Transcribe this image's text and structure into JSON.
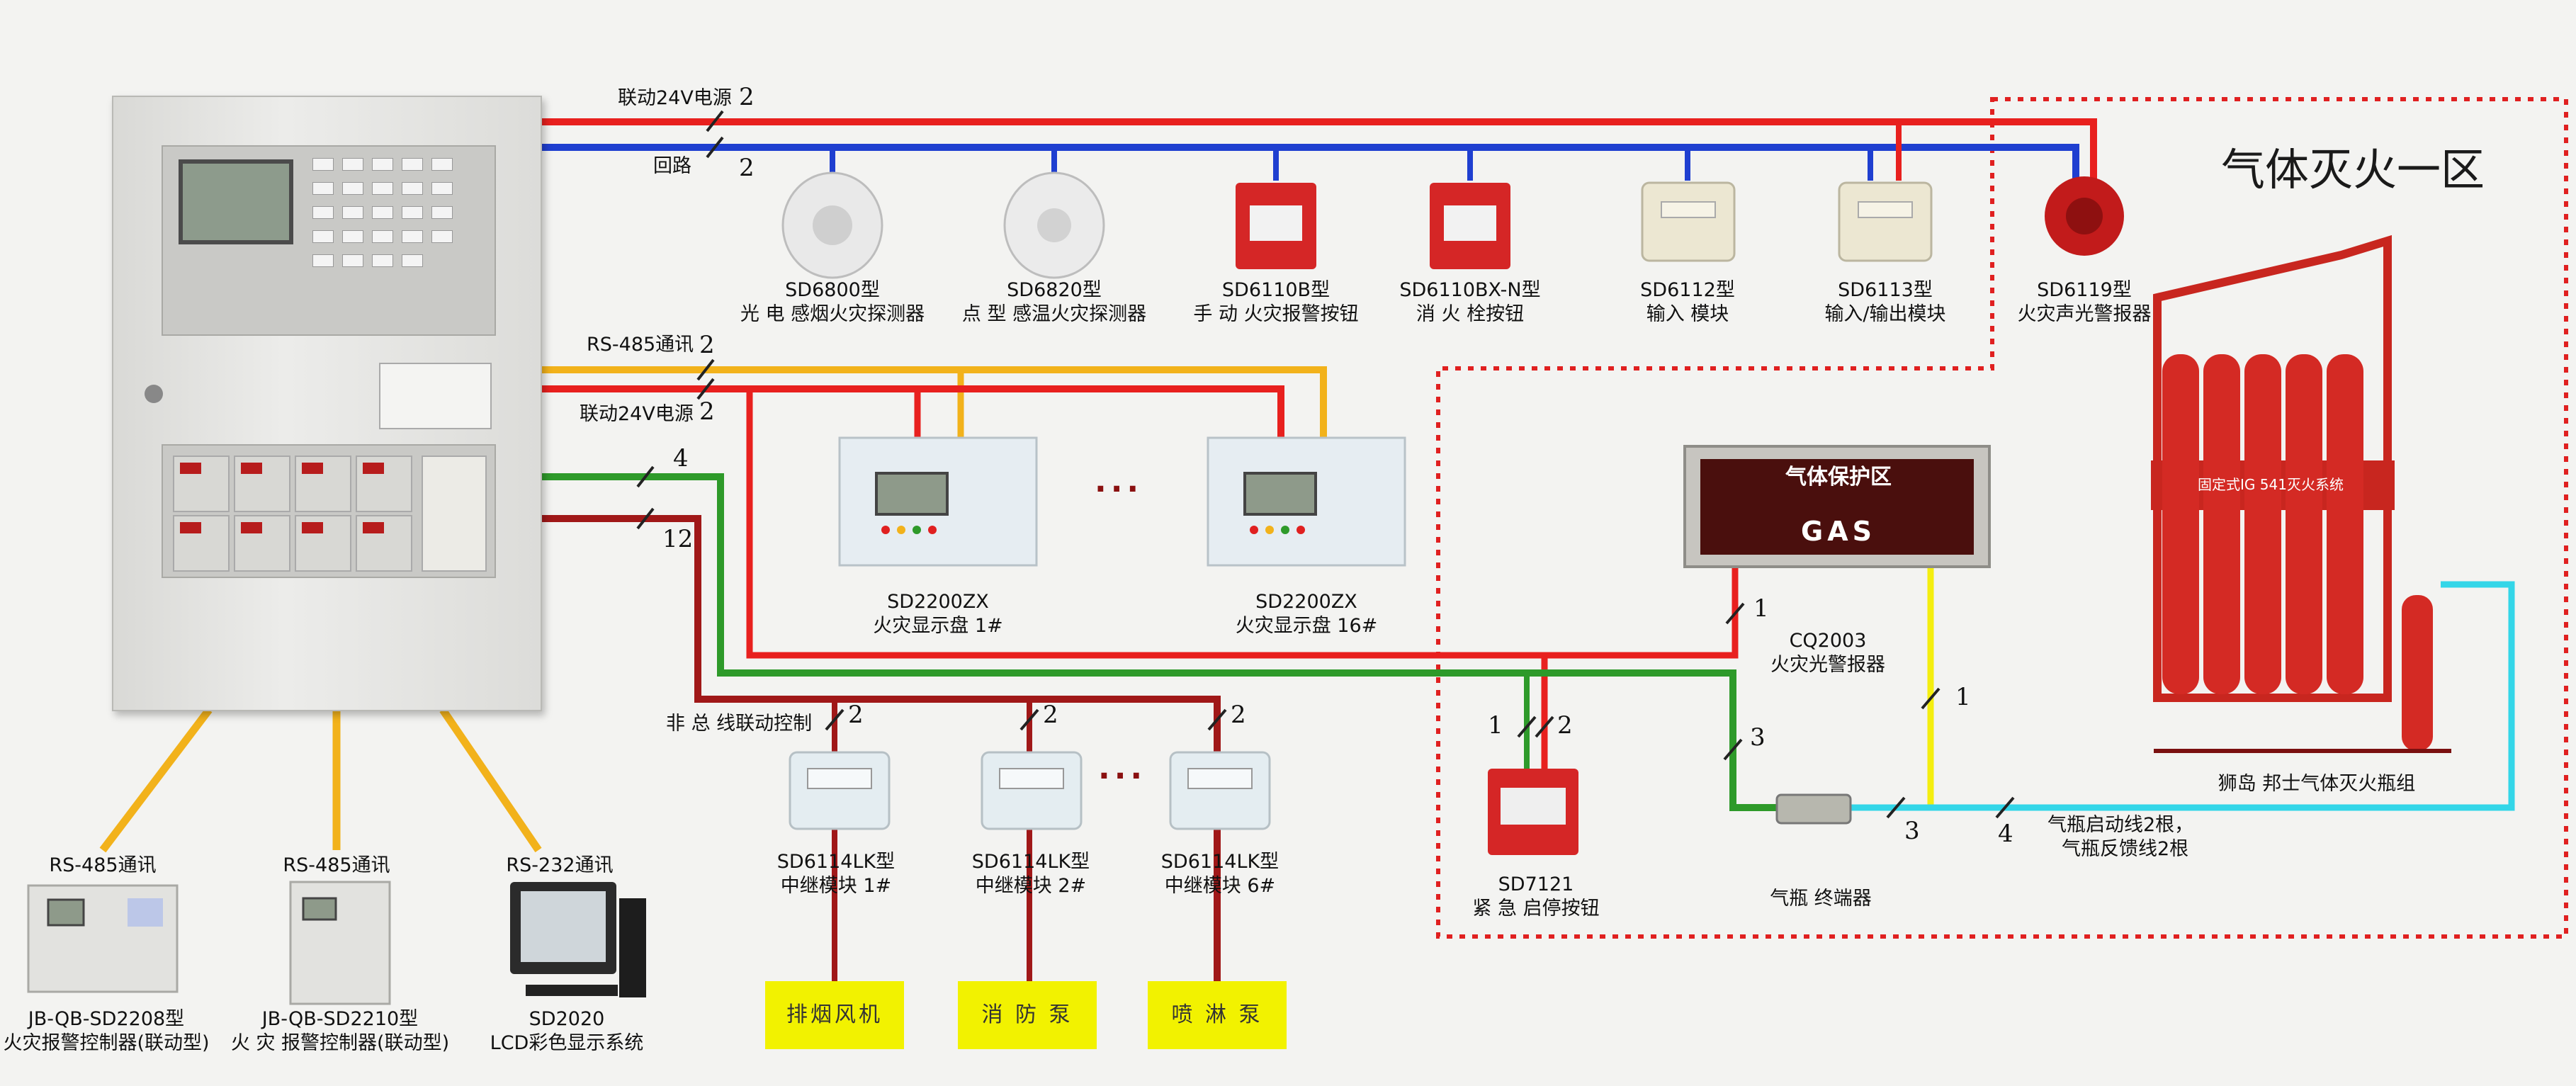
{
  "zone": {
    "title": "气体灭火一区"
  },
  "bus_labels": {
    "power_top": "联动24V电源",
    "power_top_count": "2",
    "loop": "回路",
    "loop_count": "2",
    "rs485": "RS-485通讯",
    "rs485_count": "2",
    "power_mid": "联动24V电源",
    "power_mid_count": "2",
    "green_count": "4",
    "darkred_count": "12",
    "nonbus": "非 总 线联动控制"
  },
  "devices": [
    {
      "model": "SD6800型",
      "name": "光 电 感烟火灾探测器"
    },
    {
      "model": "SD6820型",
      "name": "点 型 感温火灾探测器"
    },
    {
      "model": "SD6110B型",
      "name": "手 动 火灾报警按钮"
    },
    {
      "model": "SD6110BX-N型",
      "name": "消 火 栓按钮"
    },
    {
      "model": "SD6112型",
      "name": "输入 模块"
    },
    {
      "model": "SD6113型",
      "name": "输入/输出模块"
    },
    {
      "model": "SD6119型",
      "name": "火灾声光警报器"
    }
  ],
  "displays": [
    {
      "model": "SD2200ZX",
      "name": "火灾显示盘 1#"
    },
    {
      "model": "SD2200ZX",
      "name": "火灾显示盘 16#"
    }
  ],
  "relays": [
    {
      "model": "SD6114LK型",
      "name": "中继模块 1#",
      "count": "2",
      "box": "排烟风机"
    },
    {
      "model": "SD6114LK型",
      "name": "中继模块 2#",
      "count": "2",
      "box": "消 防 泵"
    },
    {
      "model": "SD6114LK型",
      "name": "中继模块 6#",
      "count": "2",
      "box": "喷 淋 泵"
    }
  ],
  "ellipsis": "···",
  "gas": {
    "sign_top": "气体保护区",
    "sign_bottom": "GAS",
    "alarm_model": "CQ2003",
    "alarm_name": "火灾光警报器",
    "alarm_count": "1",
    "button_model": "SD7121",
    "button_name": "紧 急 启停按钮",
    "button_count_left": "1",
    "button_count_right": "2",
    "green_count": "3",
    "terminal_count": "3",
    "yellow_count": "1",
    "cyan_count": "4",
    "terminal_name": "气瓶 终端器",
    "bottles_name": "狮岛 邦士气体灭火瓶组",
    "bottles_rack_label": "固定式IG 541灭火系统",
    "cyan_note_1": "气瓶启动线2根，",
    "cyan_note_2": "气瓶反馈线2根"
  },
  "bottom": [
    {
      "comm": "RS-485通讯",
      "model": "JB-QB-SD2208型",
      "name": "火灾报警控制器(联动型)"
    },
    {
      "comm": "RS-485通讯",
      "model": "JB-QB-SD2210型",
      "name": "火 灾 报警控制器(联动型)"
    },
    {
      "comm": "RS-232通讯",
      "model": "SD2020",
      "name": "LCD彩色显示系统"
    }
  ],
  "colors": {
    "red": "#e8201e",
    "blue": "#1f3fd0",
    "orange": "#f2b21b",
    "green": "#2e9a2a",
    "darkred": "#a01818",
    "yellow": "#f4ee10",
    "cyan": "#33d6e8",
    "zone_dash": "#e02020"
  }
}
